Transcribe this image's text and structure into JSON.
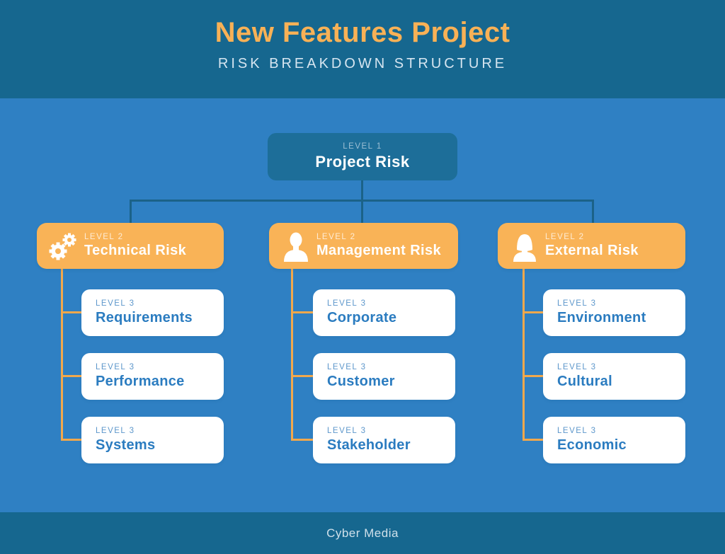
{
  "header": {
    "title": "New Features Project",
    "subtitle": "RISK BREAKDOWN STRUCTURE"
  },
  "footer": {
    "brand": "Cyber Media"
  },
  "colors": {
    "header_bg": "#16678F",
    "main_bg": "#2F80C3",
    "level1_bg": "#1D6E99",
    "level2_bg": "#F9B357",
    "level3_bg": "#FFFFFF",
    "connector_dark": "#1B6288",
    "connector_orange": "#F2A84C",
    "title_orange": "#F8B156",
    "level3_name_blue": "#2B7CC0",
    "level3_label_blue": "#5D97CB"
  },
  "tree": {
    "root": {
      "level": "LEVEL 1",
      "name": "Project Risk"
    },
    "branches": [
      {
        "level": "LEVEL 2",
        "name": "Technical Risk",
        "icon": "gears-icon",
        "children": [
          {
            "level": "LEVEL 3",
            "name": "Requirements"
          },
          {
            "level": "LEVEL 3",
            "name": "Performance"
          },
          {
            "level": "LEVEL 3",
            "name": "Systems"
          }
        ]
      },
      {
        "level": "LEVEL 2",
        "name": "Management Risk",
        "icon": "person-icon",
        "children": [
          {
            "level": "LEVEL 3",
            "name": "Corporate"
          },
          {
            "level": "LEVEL 3",
            "name": "Customer"
          },
          {
            "level": "LEVEL 3",
            "name": "Stakeholder"
          }
        ]
      },
      {
        "level": "LEVEL 2",
        "name": "External Risk",
        "icon": "person-female-icon",
        "children": [
          {
            "level": "LEVEL 3",
            "name": "Environment"
          },
          {
            "level": "LEVEL 3",
            "name": "Cultural"
          },
          {
            "level": "LEVEL 3",
            "name": "Economic"
          }
        ]
      }
    ]
  }
}
